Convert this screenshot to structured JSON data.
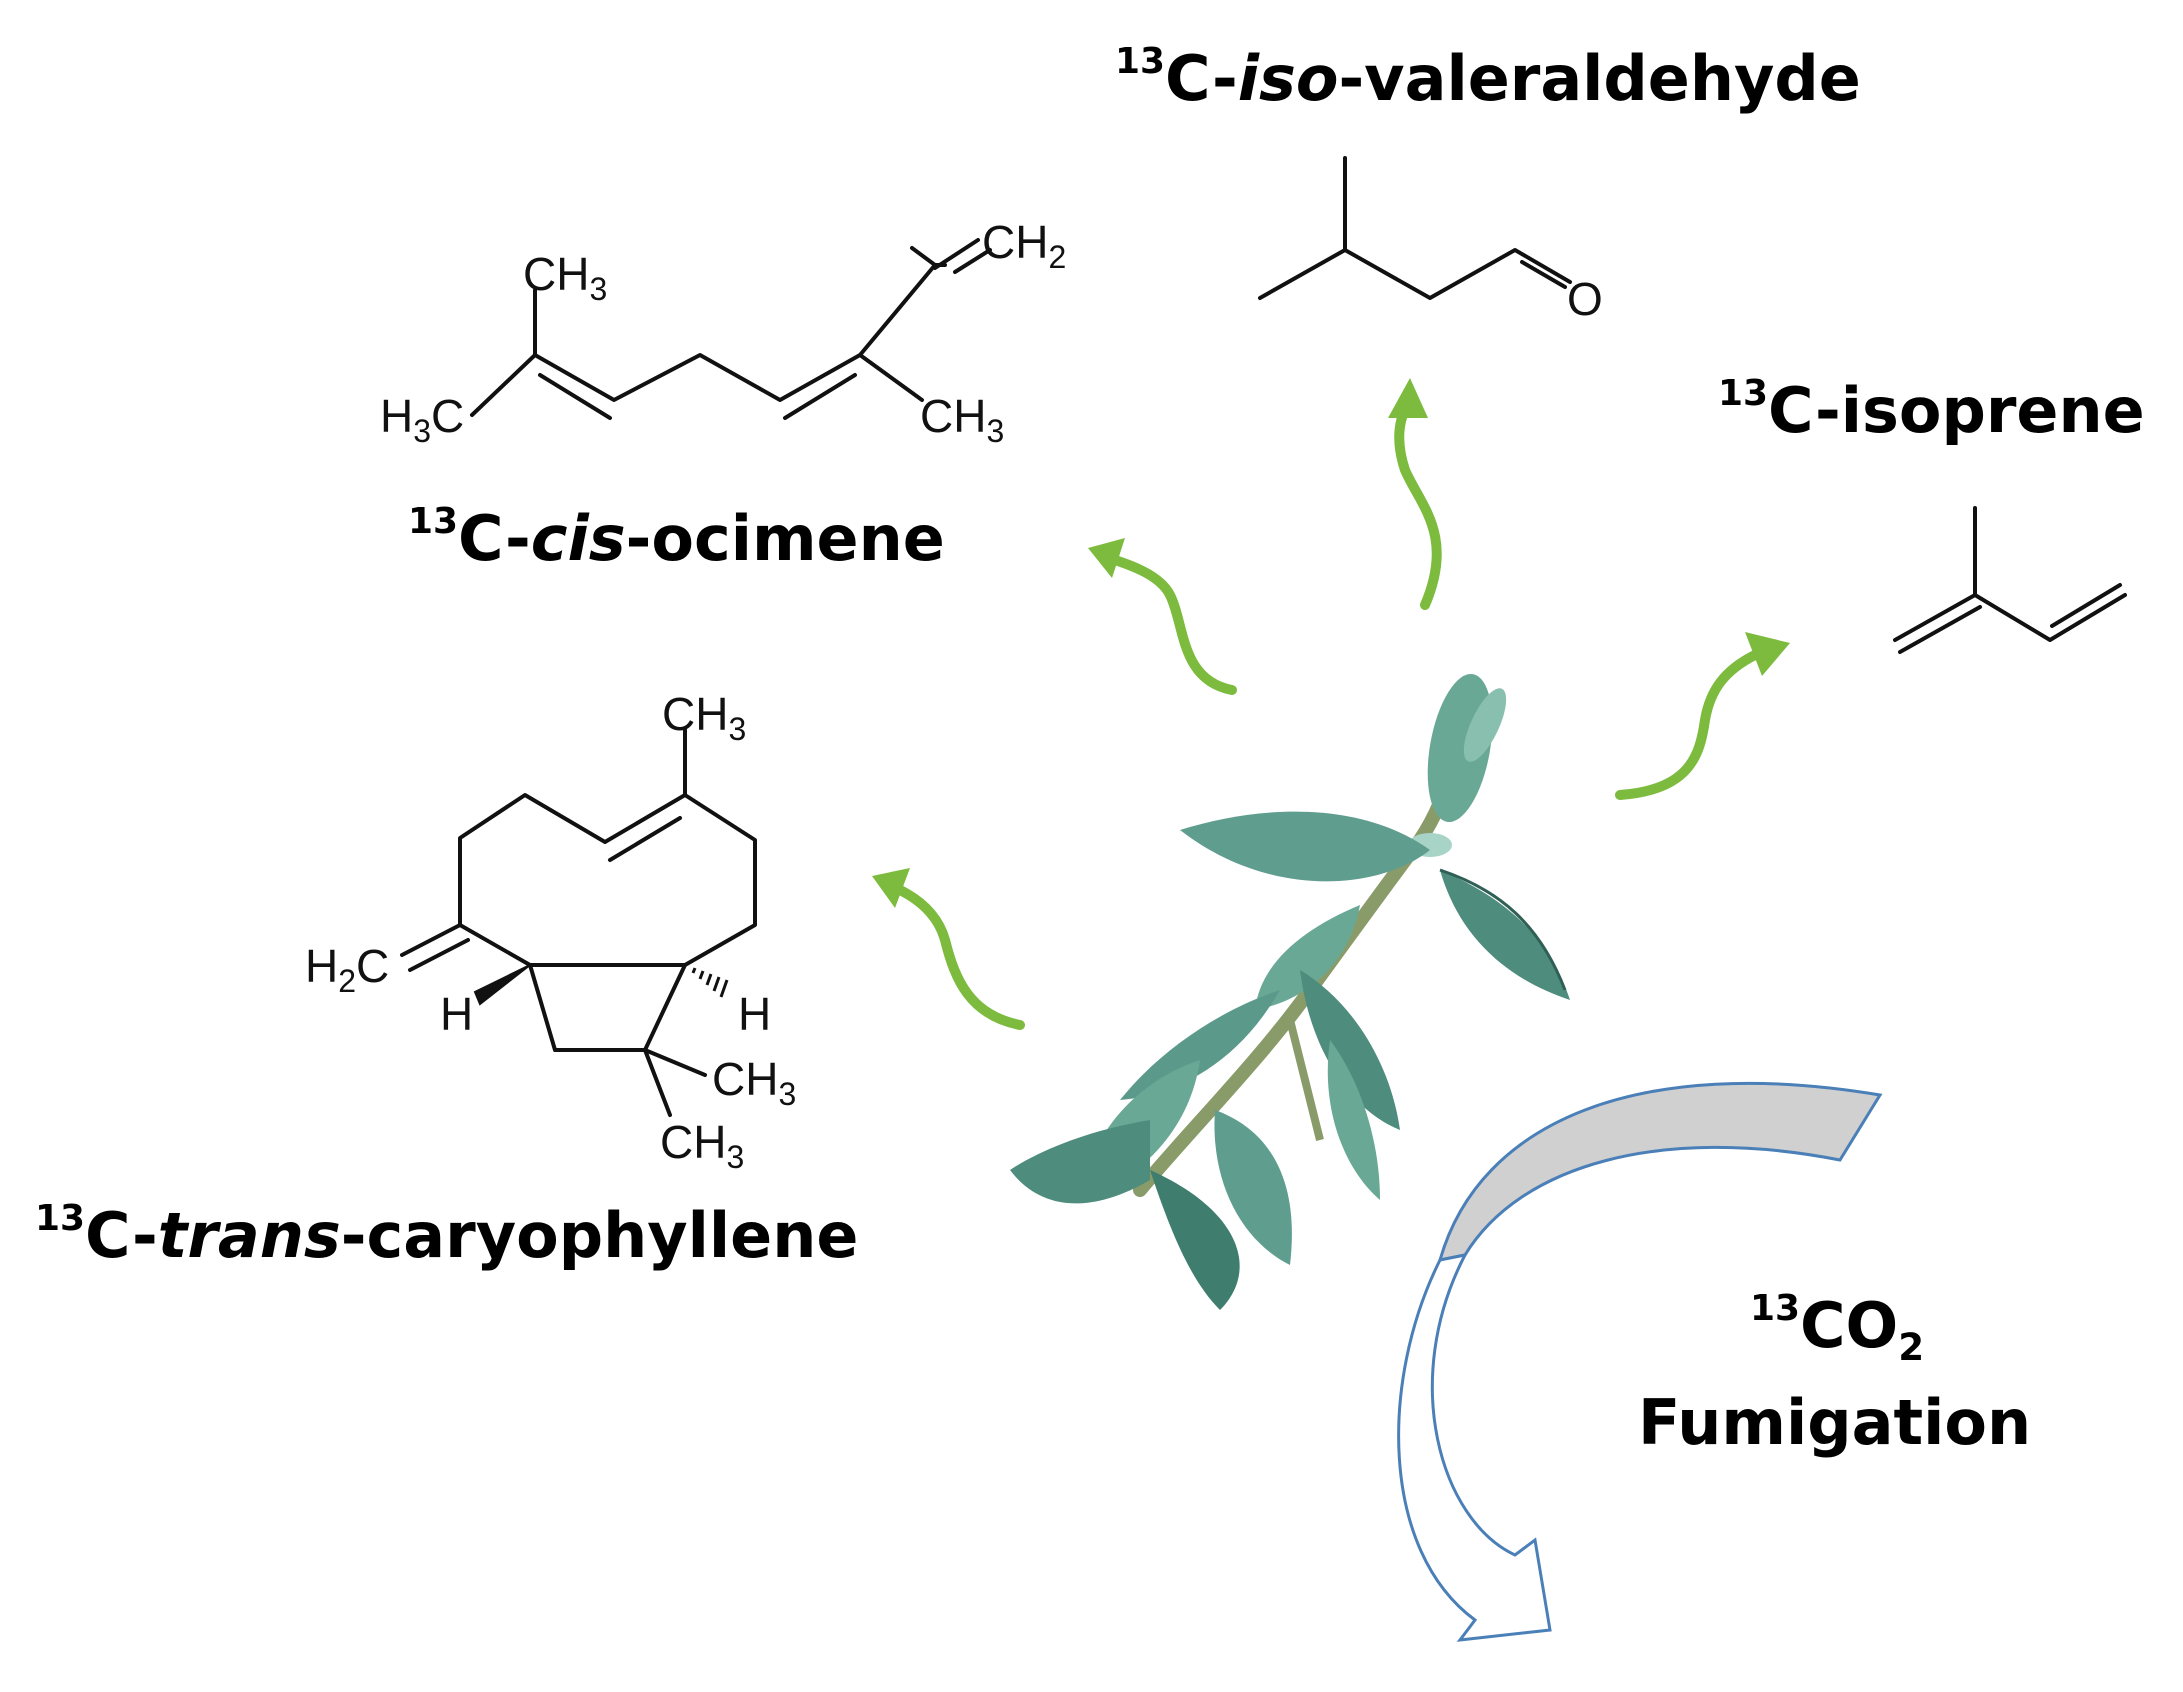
{
  "compounds": {
    "ocimene": {
      "iso": "13",
      "pre": "C-",
      "italic": "cis",
      "post": "-ocimene"
    },
    "valeraldehyde": {
      "iso": "13",
      "pre": "C-",
      "italic": "iso",
      "post": "-valeraldehyde"
    },
    "isoprene": {
      "iso": "13",
      "text": "C-isoprene"
    },
    "caryophyllene": {
      "iso": "13",
      "pre": "C-",
      "italic": "trans",
      "post": "-caryophyllene"
    }
  },
  "fumigation": {
    "iso": "13",
    "gas": "CO",
    "sub": "2",
    "label": "Fumigation"
  },
  "atoms": {
    "ch3": "CH",
    "ch2": "CH",
    "three": "3",
    "two": "2",
    "h3c": "H",
    "h2c": "H",
    "c": "C",
    "h": "H",
    "o": "O"
  },
  "colors": {
    "arrow_green": "#7dbb3f",
    "fumigation_fill": "#d0d0d0",
    "fumigation_stroke": "#4a7fb8",
    "leaf": "#5b9a8b"
  },
  "icons": {
    "plant": "eucalyptus-sprig-icon"
  }
}
